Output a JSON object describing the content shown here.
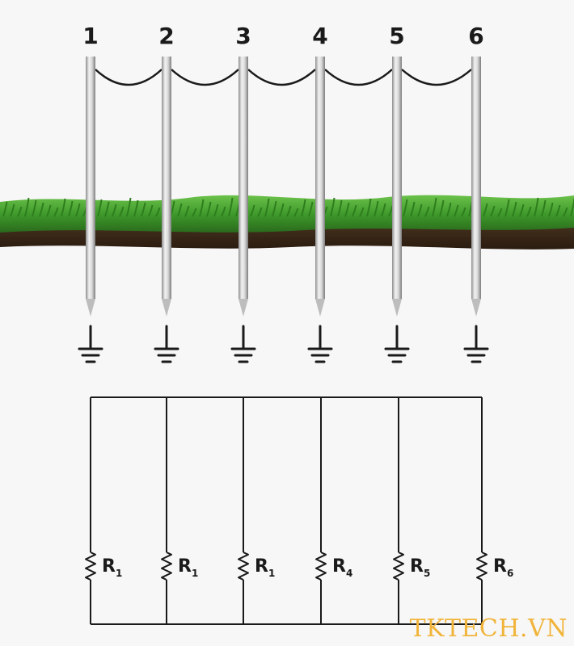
{
  "rods": [
    {
      "number": "1"
    },
    {
      "number": "2"
    },
    {
      "number": "3"
    },
    {
      "number": "4"
    },
    {
      "number": "5"
    },
    {
      "number": "6"
    }
  ],
  "resistors": [
    {
      "label": "R",
      "sub": "1"
    },
    {
      "label": "R",
      "sub": "1"
    },
    {
      "label": "R",
      "sub": "1"
    },
    {
      "label": "R",
      "sub": "4"
    },
    {
      "label": "R",
      "sub": "5"
    },
    {
      "label": "R",
      "sub": "6"
    }
  ],
  "watermark": "TKTECH.VN",
  "colors": {
    "grass": "#3f9a2c",
    "grass_light": "#6cc24a",
    "soil": "#3a2a1a",
    "rod": "#c9c9c9",
    "wire": "#1a1a1a",
    "watermark": "#f1b43a"
  },
  "icons": [
    "ground-symbol-icon",
    "resistor-icon"
  ]
}
